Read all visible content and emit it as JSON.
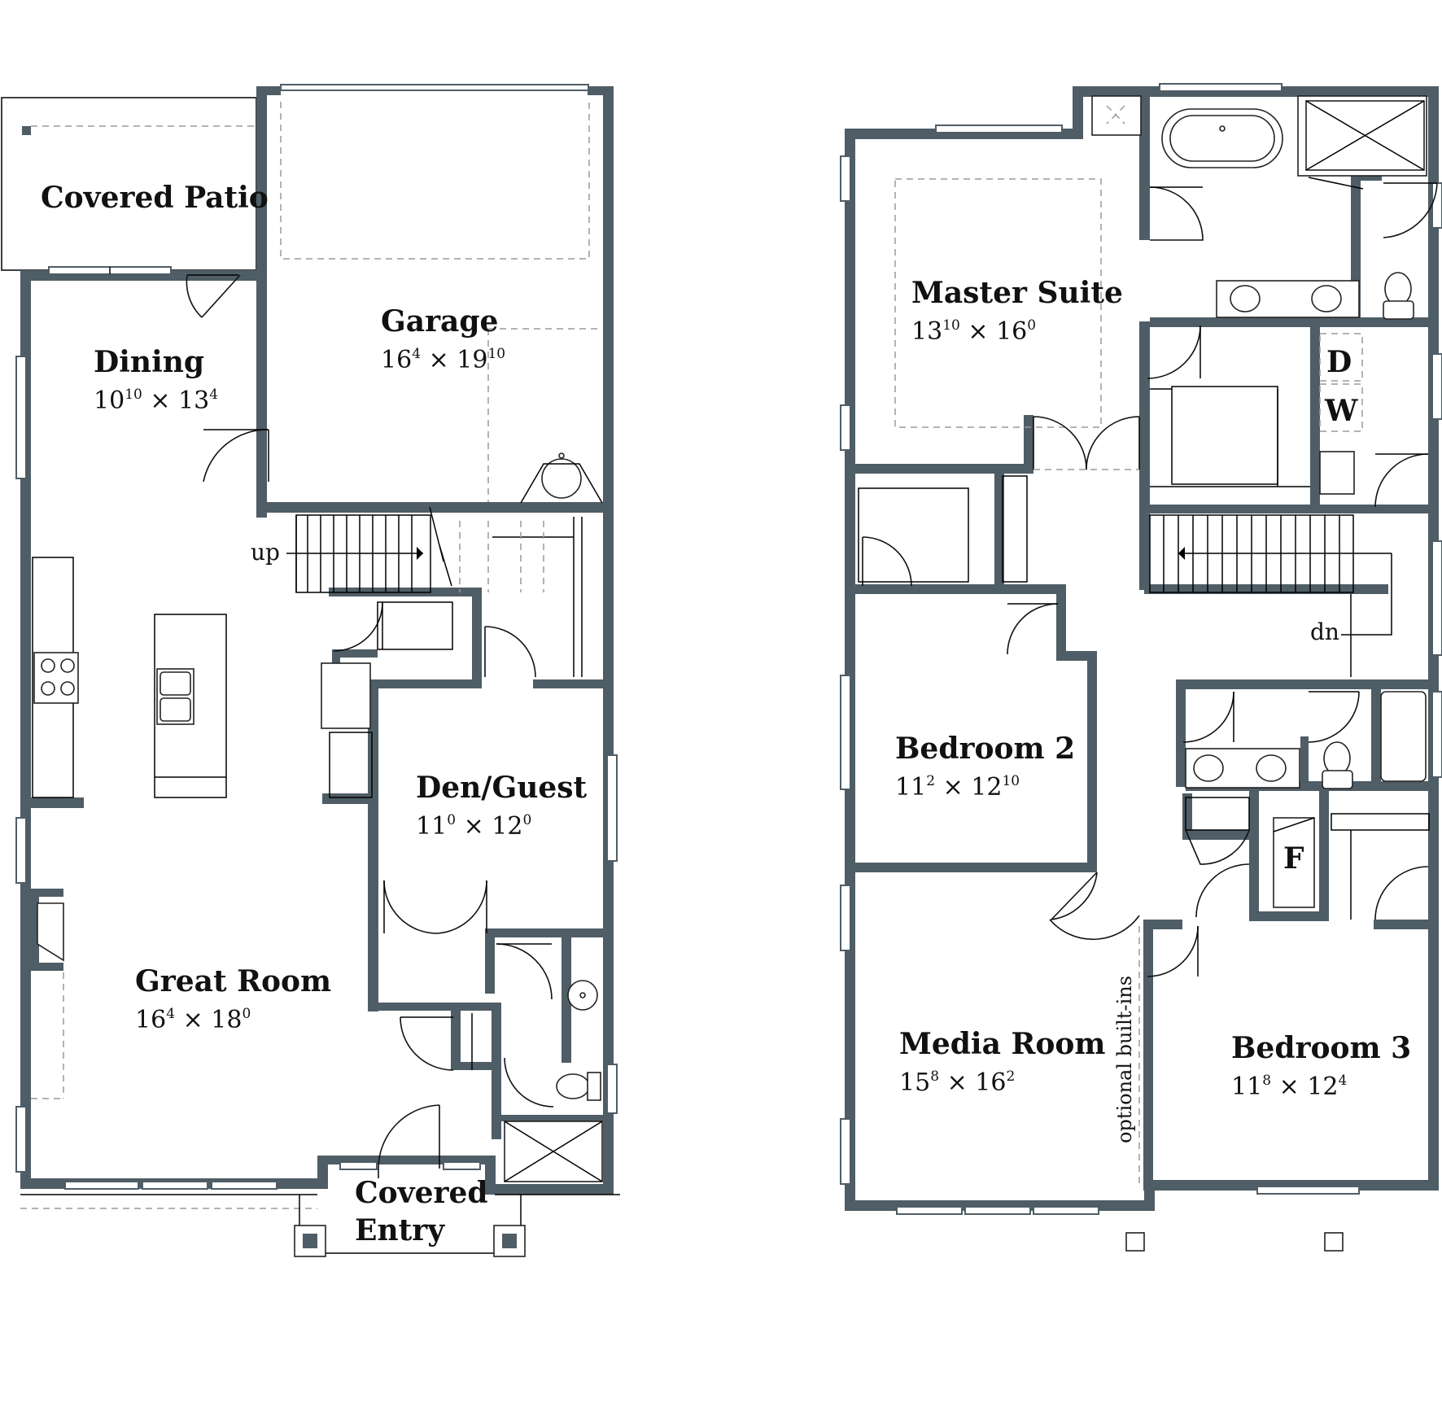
{
  "ground_floor": {
    "covered_patio": {
      "name": "Covered Patio"
    },
    "garage": {
      "name": "Garage",
      "w": "16",
      "w_sup": "4",
      "d": "19",
      "d_sup": "10"
    },
    "dining": {
      "name": "Dining",
      "w": "10",
      "w_sup": "10",
      "d": "13",
      "d_sup": "4"
    },
    "den_guest": {
      "name": "Den/Guest",
      "w": "11",
      "w_sup": "0",
      "d": "12",
      "d_sup": "0"
    },
    "great_room": {
      "name": "Great Room",
      "w": "16",
      "w_sup": "4",
      "d": "18",
      "d_sup": "0"
    },
    "covered_entry": {
      "line1": "Covered",
      "line2": "Entry"
    },
    "stair_label": "up"
  },
  "upper_floor": {
    "master_suite": {
      "name": "Master Suite",
      "w": "13",
      "w_sup": "10",
      "d": "16",
      "d_sup": "0"
    },
    "bedroom_2": {
      "name": "Bedroom 2",
      "w": "11",
      "w_sup": "2",
      "d": "12",
      "d_sup": "10"
    },
    "media_room": {
      "name": "Media Room",
      "w": "15",
      "w_sup": "8",
      "d": "16",
      "d_sup": "2"
    },
    "bedroom_3": {
      "name": "Bedroom 3",
      "w": "11",
      "w_sup": "8",
      "d": "12",
      "d_sup": "4"
    },
    "dryer": "D",
    "washer": "W",
    "furnace": "F",
    "stair_label": "dn",
    "builtins_note": "optional built-ins"
  },
  "dimension_separator": "×",
  "colors": {
    "wall": "#4f5d66",
    "label": "#111111",
    "dashed": "#9a9a9a"
  }
}
